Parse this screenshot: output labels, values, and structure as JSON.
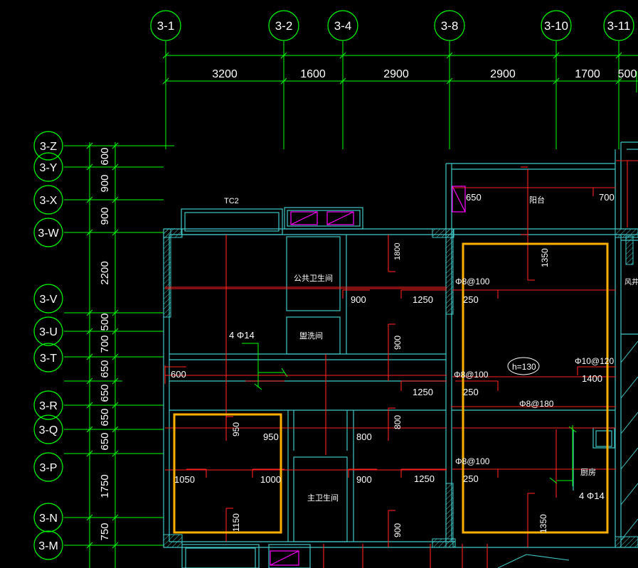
{
  "colors": {
    "background": "#000000",
    "grid": "#00ff00",
    "wall": "#40c8c8",
    "rebar": "#ff2020",
    "highlight": "#ffb000",
    "text": "#ffffff",
    "magenta": "#ff00ff"
  },
  "axes_top": [
    {
      "label": "3-1"
    },
    {
      "label": "3-2"
    },
    {
      "label": "3-4"
    },
    {
      "label": "3-8"
    },
    {
      "label": "3-10"
    },
    {
      "label": "3-11"
    }
  ],
  "dims_top": [
    "3200",
    "1600",
    "2900",
    "2900",
    "1700",
    "500"
  ],
  "axes_left": [
    {
      "label": "3-Z"
    },
    {
      "label": "3-Y"
    },
    {
      "label": "3-X"
    },
    {
      "label": "3-W"
    },
    {
      "label": "3-V"
    },
    {
      "label": "3-U"
    },
    {
      "label": "3-T"
    },
    {
      "label": "3-R"
    },
    {
      "label": "3-Q"
    },
    {
      "label": "3-P"
    },
    {
      "label": "3-N"
    },
    {
      "label": "3-M"
    }
  ],
  "dims_left": [
    "600",
    "900",
    "900",
    "2200",
    "500",
    "700",
    "650",
    "650",
    "650",
    "650",
    "1750",
    "750"
  ],
  "rooms": {
    "tc2": "TC2",
    "public_bathroom": "公共卫生间",
    "washroom": "盥洗间",
    "balcony": "阳台",
    "master_bathroom": "主卫生间",
    "kitchen": "厨房",
    "shaft": "风井"
  },
  "annotations": {
    "rebar_4phi14_a": "4 Φ14",
    "rebar_4phi14_b": "4 Φ14",
    "phi8_100_a": "Φ8@100",
    "phi8_100_b": "Φ8@100",
    "phi8_100_c": "Φ8@100",
    "phi10_120": "Φ10@120",
    "phi8_180": "Φ8@180",
    "slab_h": "h=130",
    "d650": "650",
    "d700": "700",
    "d1800": "1800",
    "d1350a": "1350",
    "d900a": "900",
    "d1250a": "1250",
    "d250a": "250",
    "d900b": "900",
    "d600": "600",
    "d1250b": "1250",
    "d250b": "250",
    "d1400": "1400",
    "d950a": "950",
    "d950b": "950",
    "d800a": "800",
    "d800b": "800",
    "d1050": "1050",
    "d1000": "1000",
    "d900c": "900",
    "d1250c": "1250",
    "d250c": "250",
    "d1150": "1150",
    "d900d": "900",
    "d1350b": "1350"
  }
}
